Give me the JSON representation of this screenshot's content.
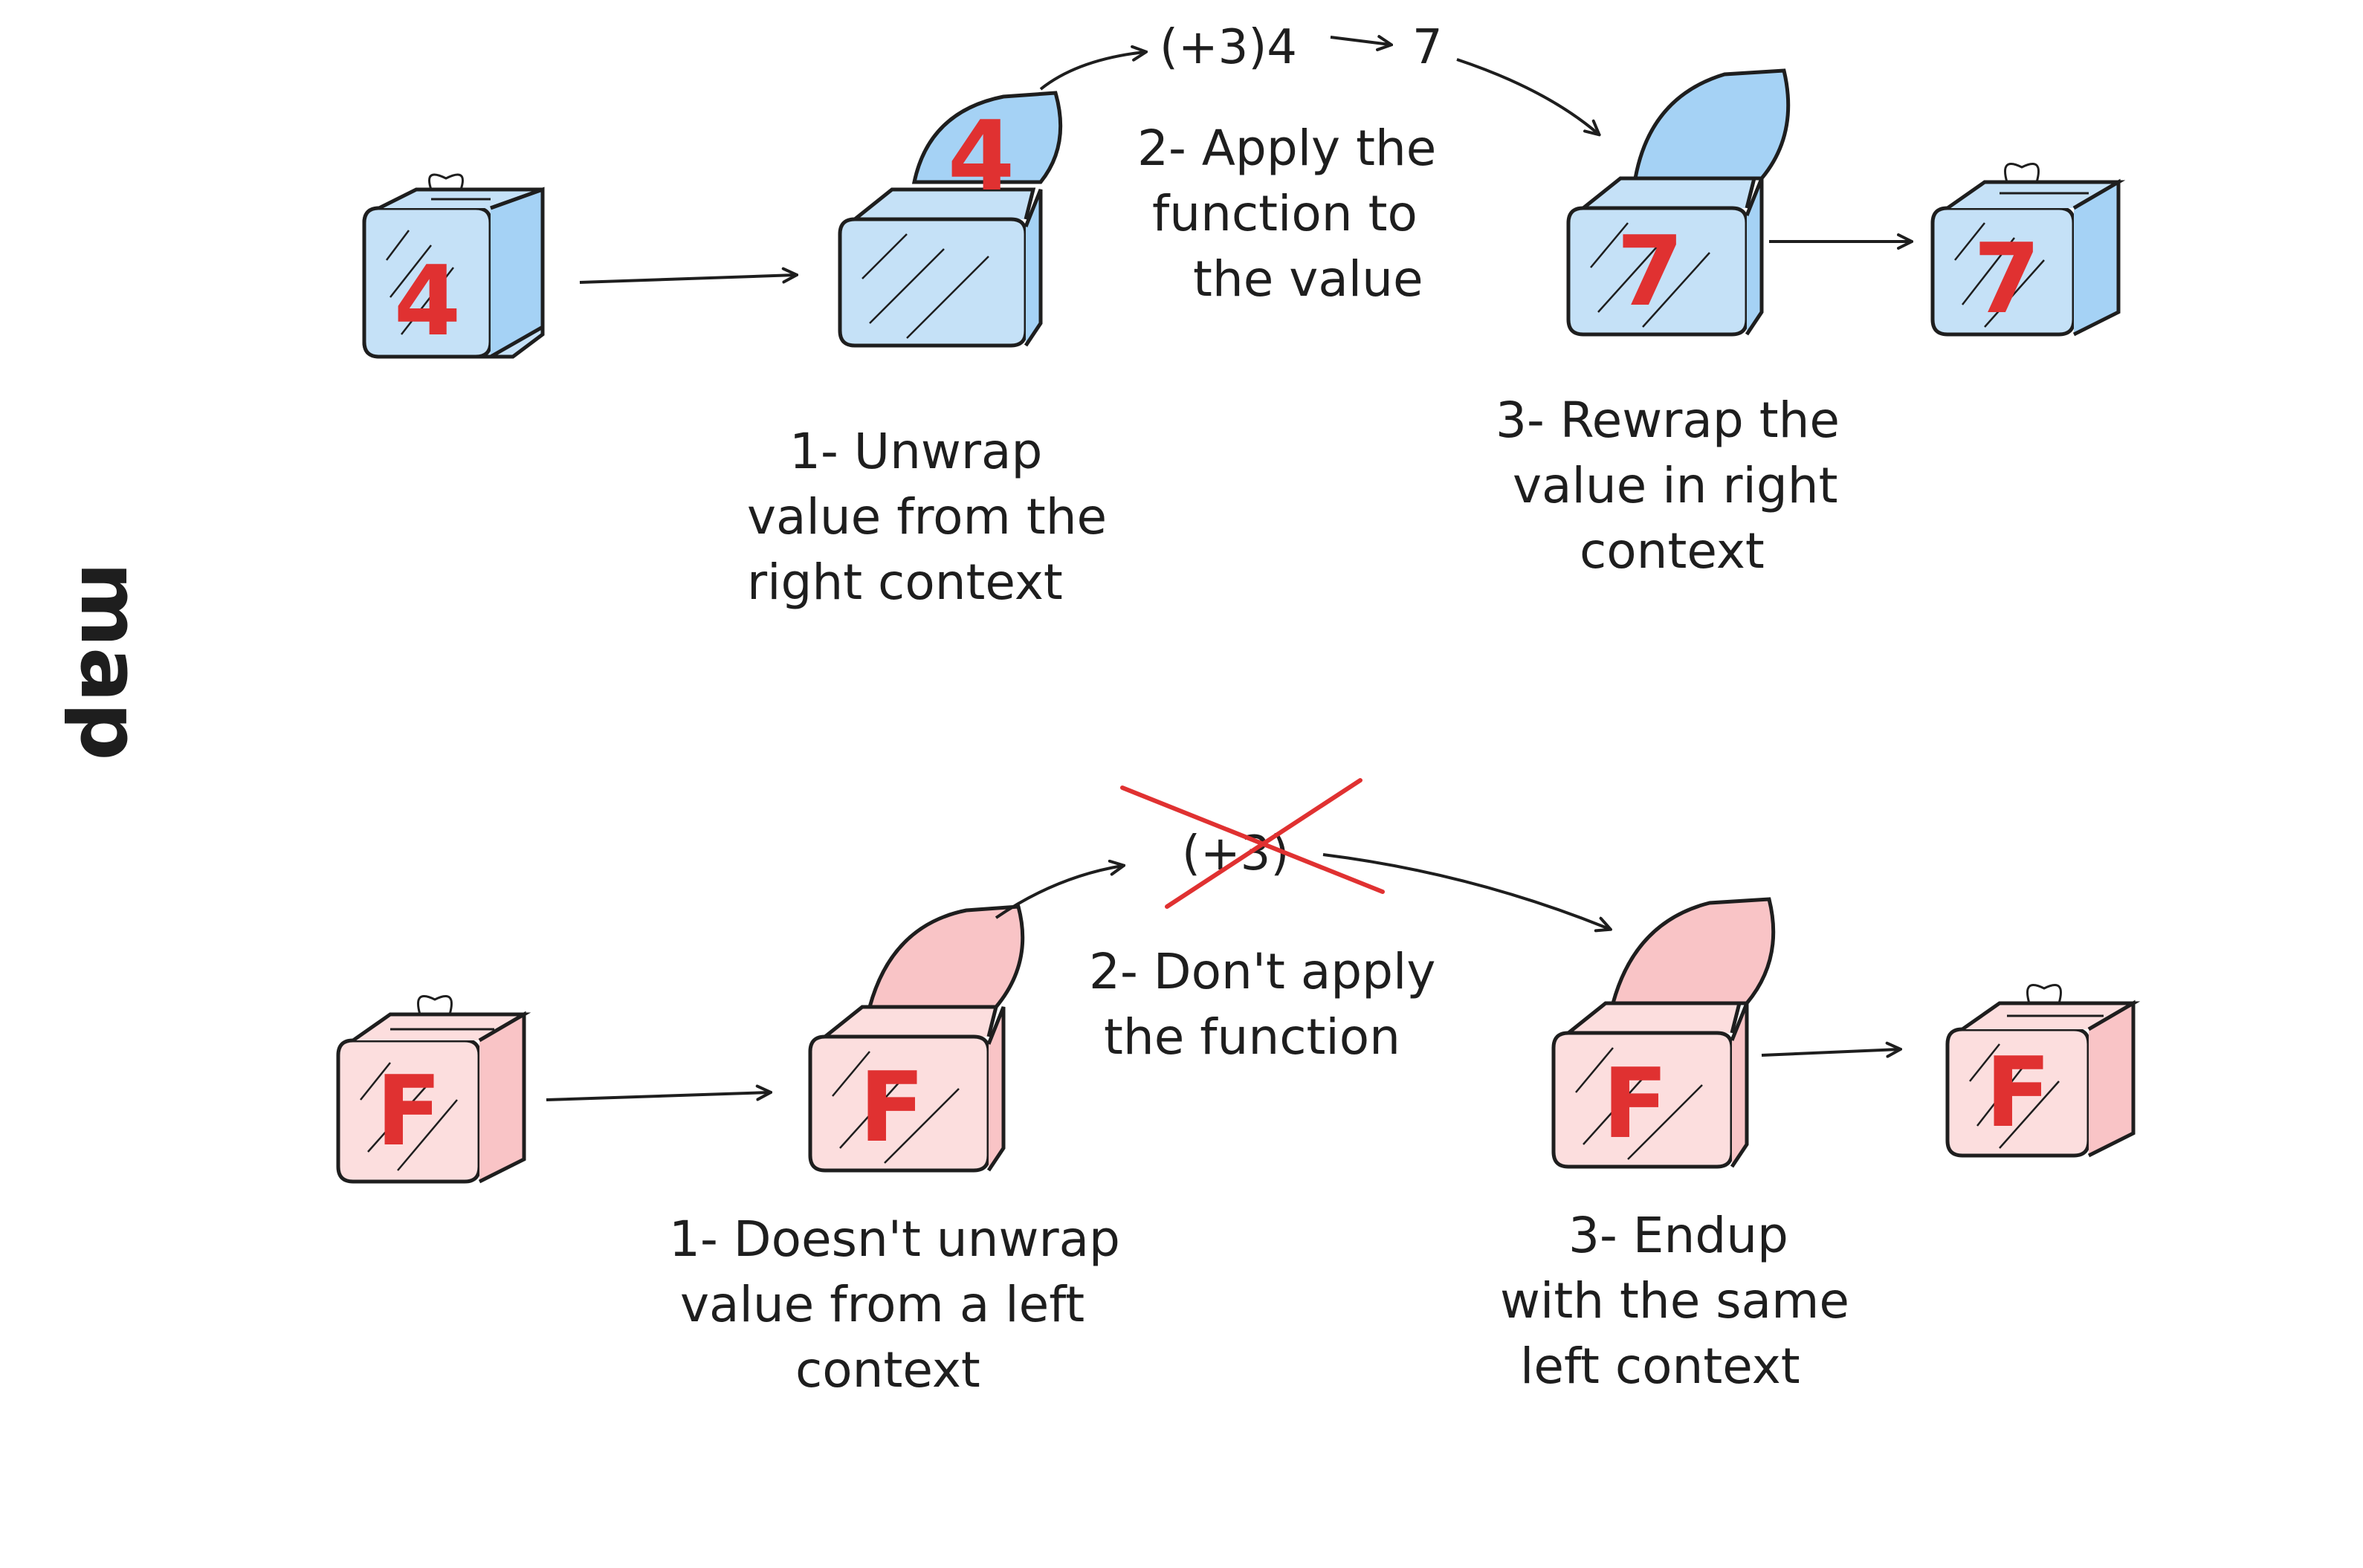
{
  "title": "map",
  "colors": {
    "right_fill": "#c5e1f7",
    "right_lid": "#a5d2f5",
    "left_fill": "#fcdede",
    "left_lid": "#f9c4c6",
    "glyph": "#e03131",
    "stroke": "#1e1e1e",
    "cross": "#e03131"
  },
  "right_row": {
    "box_value": "4",
    "result_value": "7",
    "expression": "(+3)4",
    "result": "7",
    "step1": [
      "1- Unwrap",
      "value from the",
      "right context"
    ],
    "step2": [
      "2- Apply the",
      "function to",
      "the value"
    ],
    "step3": [
      "3- Rewrap the",
      "value in right",
      "context"
    ]
  },
  "left_row": {
    "box_value": "F",
    "expression": "(+3)",
    "step1": [
      "1- Doesn't unwrap",
      "value from a left",
      "context"
    ],
    "step2": [
      "2- Don't apply",
      "the function"
    ],
    "step3": [
      "3- Endup",
      "with the same",
      "left context"
    ]
  },
  "icons": [
    "wrapped-box-icon",
    "open-box-icon",
    "arrow-icon",
    "cross-out-icon"
  ]
}
